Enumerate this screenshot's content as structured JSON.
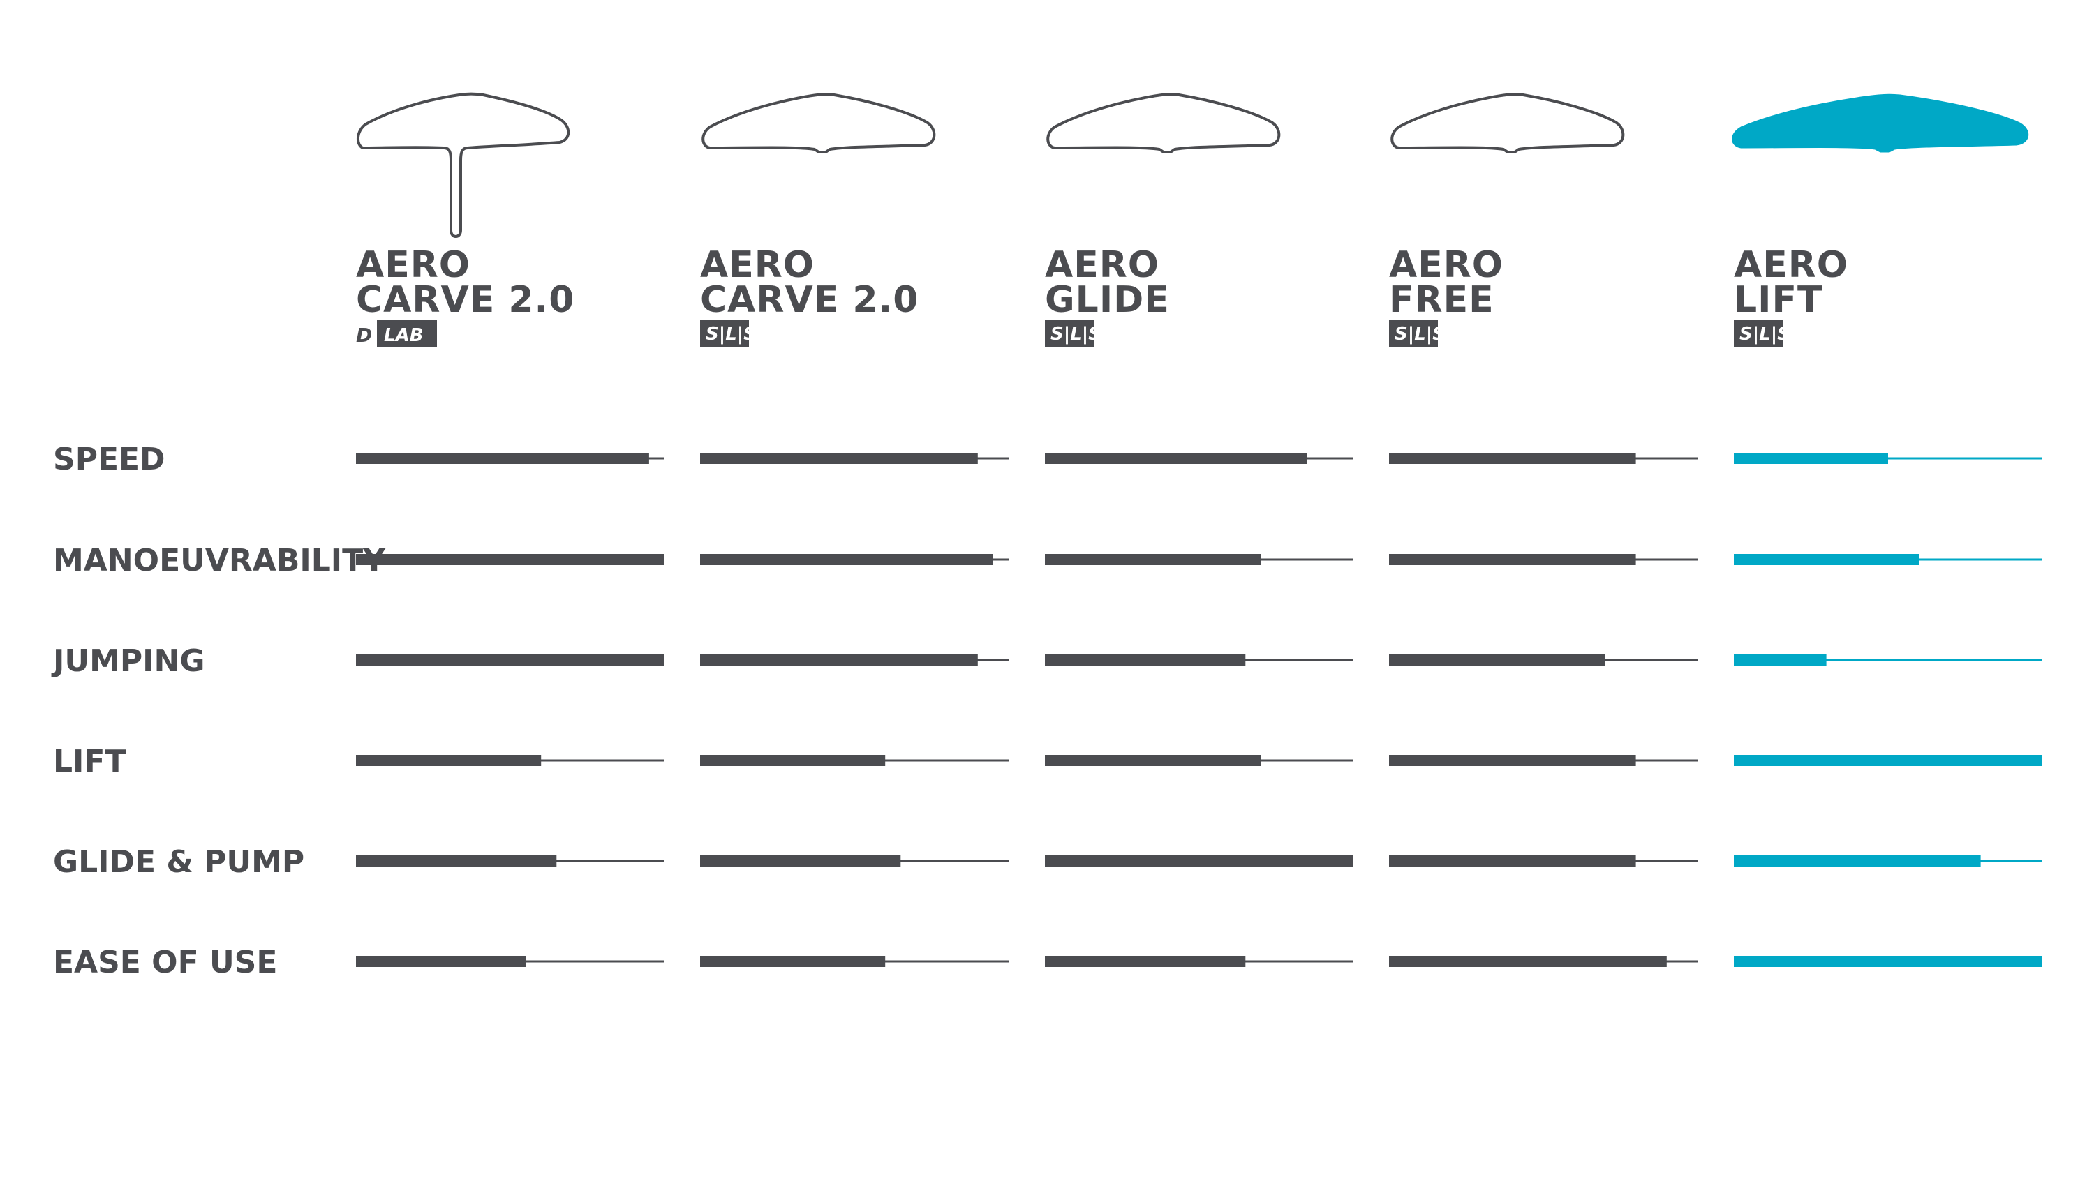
{
  "colors": {
    "dark": "#4b4c50",
    "accent": "#00a8c6",
    "outline": "#4b4c50",
    "badge_bg": "#4b4c50"
  },
  "chart_data": {
    "type": "bar",
    "categories": [
      "SPEED",
      "MANOEUVRABILITY",
      "JUMPING",
      "LIFT",
      "GLIDE & PUMP",
      "EASE OF USE"
    ],
    "xlim": [
      0,
      10
    ],
    "series": [
      {
        "name": "AERO CARVE 2.0",
        "name_lines": [
          "AERO",
          "CARVE 2.0"
        ],
        "badge": "D LAB",
        "badge_prefix": "D",
        "badge_text": "LAB",
        "highlight": false,
        "wing_icon": "mast-wing-icon",
        "values": [
          9.5,
          10,
          10,
          6,
          6.5,
          5.5
        ]
      },
      {
        "name": "AERO CARVE 2.0",
        "name_lines": [
          "AERO",
          "CARVE 2.0"
        ],
        "badge": "SLS",
        "badge_prefix": "",
        "badge_text": "S|L|S",
        "highlight": false,
        "wing_icon": "wing-outline-icon",
        "values": [
          9,
          9.5,
          9,
          6,
          6.5,
          6
        ]
      },
      {
        "name": "AERO GLIDE",
        "name_lines": [
          "AERO",
          "GLIDE"
        ],
        "badge": "SLS",
        "badge_prefix": "",
        "badge_text": "S|L|S",
        "highlight": false,
        "wing_icon": "wing-outline-icon",
        "values": [
          8.5,
          7,
          6.5,
          7,
          10,
          6.5
        ]
      },
      {
        "name": "AERO FREE",
        "name_lines": [
          "AERO",
          "FREE"
        ],
        "badge": "SLS",
        "badge_prefix": "",
        "badge_text": "S|L|S",
        "highlight": false,
        "wing_icon": "wing-outline-icon",
        "values": [
          8,
          8,
          7,
          8,
          8,
          9
        ]
      },
      {
        "name": "AERO LIFT",
        "name_lines": [
          "AERO",
          "LIFT"
        ],
        "badge": "SLS",
        "badge_prefix": "",
        "badge_text": "S|L|S",
        "highlight": true,
        "wing_icon": "wing-filled-icon",
        "values": [
          5,
          6,
          3,
          10,
          8,
          10
        ]
      }
    ],
    "title": "",
    "xlabel": "",
    "ylabel": "",
    "grid": false,
    "legend": "none"
  }
}
